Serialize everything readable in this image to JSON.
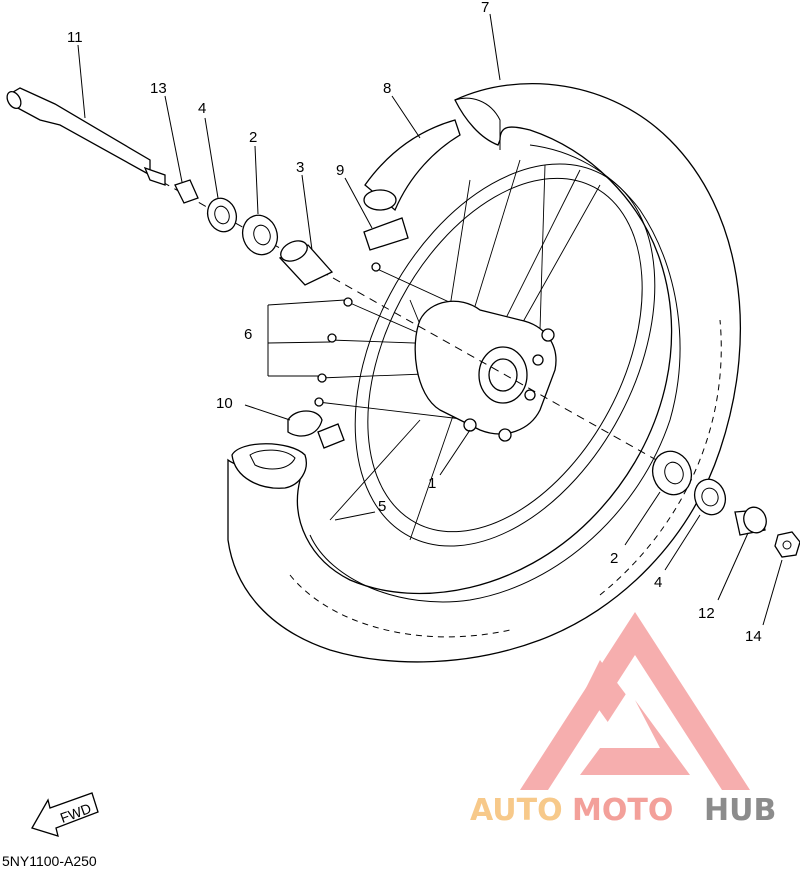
{
  "diagram": {
    "code": "5NY1100-A250",
    "fwd_label": "FWD",
    "callouts": {
      "c1": "1",
      "c2a": "2",
      "c2b": "2",
      "c3": "3",
      "c4a": "4",
      "c4b": "4",
      "c5": "5",
      "c6": "6",
      "c7": "7",
      "c8": "8",
      "c9": "9",
      "c10": "10",
      "c11": "11",
      "c12": "12",
      "c13": "13",
      "c14": "14"
    }
  },
  "watermark": {
    "text_part1": "AUTO",
    "text_part2": "MOTO",
    "text_part3": "HUB",
    "colors": {
      "logo": "#f5a0a0",
      "auto": "#f7c98a",
      "moto": "#f3a09a",
      "hub": "#8c8c8c"
    }
  }
}
